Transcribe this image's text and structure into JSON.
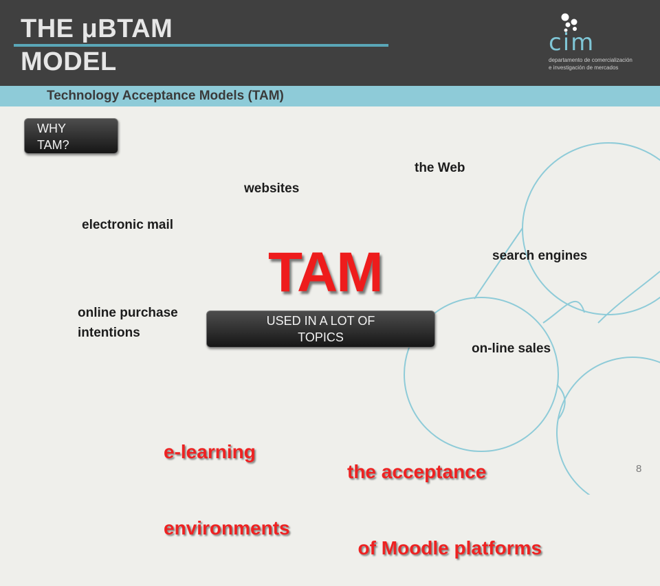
{
  "header": {
    "title_line1": "THE μBTAM",
    "title_line2": "MODEL",
    "subtitle": "Technology Acceptance Models (TAM)"
  },
  "logo": {
    "name": "cim",
    "sub_line1": "departamento de comercialización",
    "sub_line2": "e investigación de mercados"
  },
  "why_button": {
    "line1": "WHY",
    "line2": "TAM?"
  },
  "center": {
    "title": "TAM",
    "caption_line1": "USED IN A LOT OF",
    "caption_line2": "TOPICS"
  },
  "topics": {
    "the_web": "the Web",
    "websites": "websites",
    "electronic_mail": "electronic mail",
    "search_engines": "search engines",
    "online_purchase_line1": "online purchase",
    "online_purchase_line2": "intentions",
    "online_sales": "on-line sales"
  },
  "highlights": {
    "elearning_line1": "e-learning",
    "elearning_line2": "environments",
    "moodle_line1": "the acceptance",
    "moodle_line2": "  of Moodle platforms"
  },
  "page_number": "8",
  "colors": {
    "header_bg": "#404040",
    "accent_blue": "#8ecbd8",
    "highlight_red": "#ee2222"
  }
}
